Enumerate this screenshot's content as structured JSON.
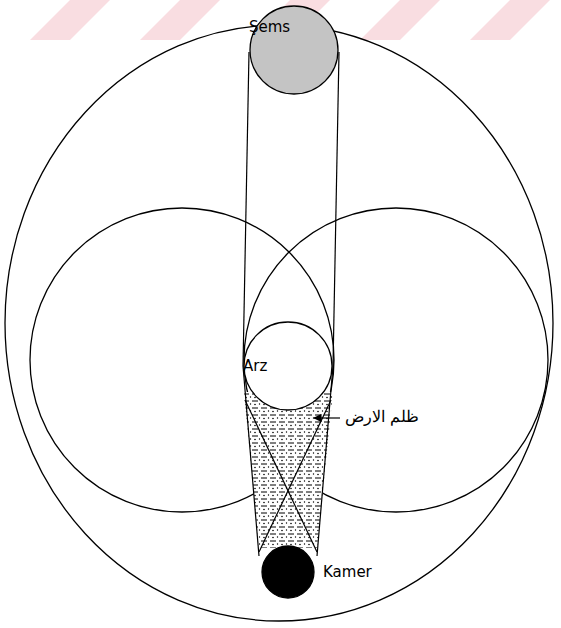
{
  "diagram": {
    "nodes": [
      {
        "text": [
          "Şems"
        ]
      },
      {
        "text": [
          "Arz"
        ]
      },
      {
        "text": [
          "Kamer"
        ]
      }
    ],
    "labels": [
      "ظلم الارض"
    ]
  }
}
